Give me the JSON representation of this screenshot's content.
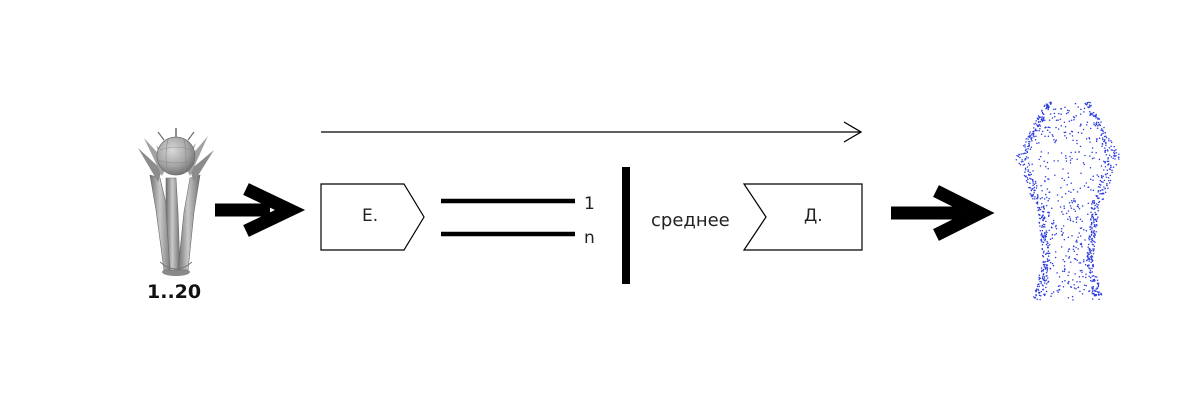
{
  "diagram": {
    "input_label": "1..20",
    "encoder_label": "Е.",
    "branch_first_label": "1",
    "branch_last_label": "n",
    "average_label": "среднее",
    "decoder_label": "Д."
  },
  "colors": {
    "stroke": "#000000",
    "point_cloud": "#2a3bdc",
    "model_gray": "#9a9a9a"
  }
}
